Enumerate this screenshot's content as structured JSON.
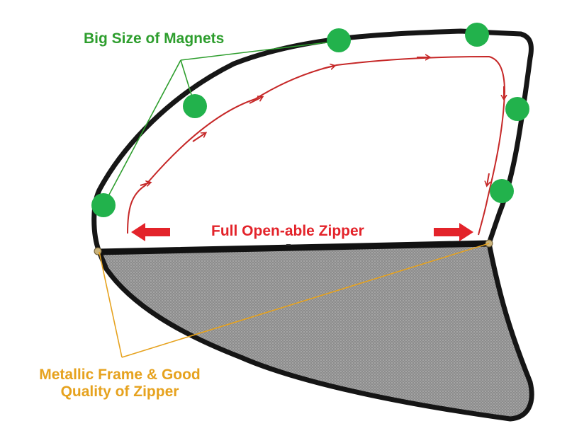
{
  "annotations": {
    "magnets": {
      "text": "Big Size of Magnets",
      "color": "#2e9e2e"
    },
    "zipper": {
      "text": "Full Open-able Zipper",
      "color": "#e3232a"
    },
    "frame": {
      "line1": "Metallic Frame & Good",
      "line2": "Quality of Zipper",
      "color": "#e6a21e"
    }
  },
  "colors": {
    "magnet_dot": "#22b24c",
    "frame_border": "#1a1a1a",
    "mesh": "#9a9a9a",
    "zipper_path": "#c62828",
    "arrow": "#e3232a",
    "magnet_leader": "#2e9e2e",
    "frame_leader": "#e6a21e"
  },
  "icons": {
    "magnet": "green-circle",
    "arrow_left": "left-arrow-icon",
    "arrow_right": "right-arrow-icon"
  }
}
